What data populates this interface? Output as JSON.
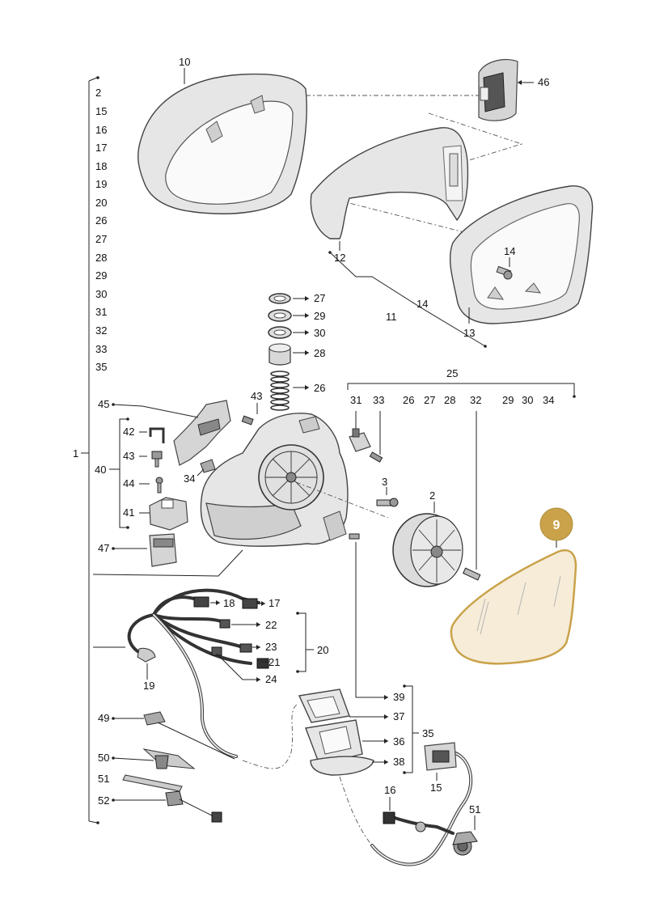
{
  "left_column_labels": [
    "2",
    "15",
    "16",
    "17",
    "18",
    "19",
    "20",
    "26",
    "27",
    "28",
    "29",
    "30",
    "31",
    "32",
    "33",
    "35"
  ],
  "group_40_labels": [
    "42",
    "43",
    "44",
    "41"
  ],
  "bracket_labels": {
    "group_1": "1",
    "group_40": "40",
    "group_11": "11",
    "group_20": "20",
    "group_25": "25",
    "group_35": "35"
  },
  "group_25_labels": [
    "31",
    "33",
    "26",
    "27",
    "28",
    "32",
    "29",
    "30",
    "34"
  ],
  "group_11_labels": {
    "first": "11",
    "second": "14"
  },
  "parts": {
    "p10": "10",
    "p46": "46",
    "p12": "12",
    "p14": "14",
    "p13": "13",
    "p27": "27",
    "p29": "29",
    "p30": "30",
    "p28": "28",
    "p26": "26",
    "p45": "45",
    "p43": "43",
    "p34": "34",
    "p47": "47",
    "p31": "31",
    "p33": "33",
    "p3": "3",
    "p2": "2",
    "p32": "32",
    "p18": "18",
    "p17": "17",
    "p22": "22",
    "p23": "23",
    "p21": "21",
    "p24": "24",
    "p19": "19",
    "p39": "39",
    "p37": "37",
    "p36": "36",
    "p38": "38",
    "p49": "49",
    "p50": "50",
    "p51a": "51",
    "p52": "52",
    "p16": "16",
    "p15": "15",
    "p51b": "51"
  },
  "highlight": {
    "label": "9",
    "color": "#c9a24a"
  }
}
